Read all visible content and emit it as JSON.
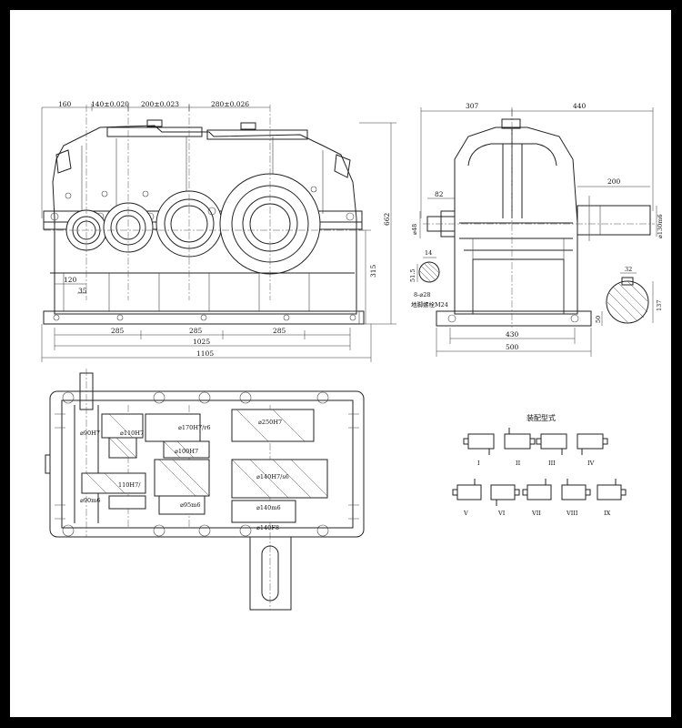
{
  "front_view": {
    "top_dims": [
      "160",
      "140±0.020",
      "200±0.023",
      "280±0.026"
    ],
    "bottom_dims": [
      "285",
      "285",
      "285"
    ],
    "overall_1025": "1025",
    "overall_1105": "1105",
    "dim_120": "120",
    "dim_35": "35",
    "height_315": "315",
    "height_662": "662"
  },
  "side_view": {
    "dim_307": "307",
    "dim_440": "440",
    "dim_200": "200",
    "dim_82": "82",
    "dia_48": "⌀48",
    "dia_130": "⌀130m6",
    "dim_14": "14",
    "dim_51_5": "51.5",
    "holes": "8-⌀28",
    "anchor_bolt": "地脚螺栓M24",
    "dim_137": "137",
    "dim_32": "32",
    "dim_50": "50",
    "dim_430": "430",
    "dim_500": "500"
  },
  "plan_view": {
    "fit_90H7": "⌀90H7",
    "fit_110H7": "⌀110H7",
    "fit_170H7": "⌀170H7/r6",
    "fit_250H7": "⌀250H7",
    "fit_100H7": "⌀100H7",
    "fit_140H7": "⌀140H7/s6",
    "fit_110H7_b": "110H7/",
    "fit_95m6": "⌀95m6",
    "fit_90m6": "⌀90m6",
    "fit_140m6": "⌀140m6",
    "fit_140F8": "⌀140F8"
  },
  "assembly": {
    "title": "装配型式",
    "labels": [
      "I",
      "II",
      "III",
      "IV",
      "V",
      "VI",
      "VII",
      "VIII",
      "IX"
    ]
  }
}
